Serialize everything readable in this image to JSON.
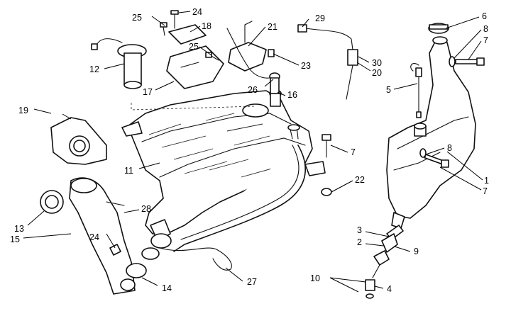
{
  "callouts": {
    "c1": "1",
    "c2": "2",
    "c3": "3",
    "c4": "4",
    "c5": "5",
    "c6": "6",
    "c7a": "7",
    "c7b": "7",
    "c7c": "7",
    "c8a": "8",
    "c8b": "8",
    "c9": "9",
    "c10": "10",
    "c11": "11",
    "c12": "12",
    "c13": "13",
    "c14": "14",
    "c15": "15",
    "c16": "16",
    "c17": "17",
    "c18": "18",
    "c19": "19",
    "c20": "20",
    "c21": "21",
    "c22": "22",
    "c23": "23",
    "c24a": "24",
    "c24b": "24",
    "c25a": "25",
    "c25b": "25",
    "c26": "26",
    "c27": "27",
    "c28": "28",
    "c29": "29",
    "c30": "30"
  }
}
